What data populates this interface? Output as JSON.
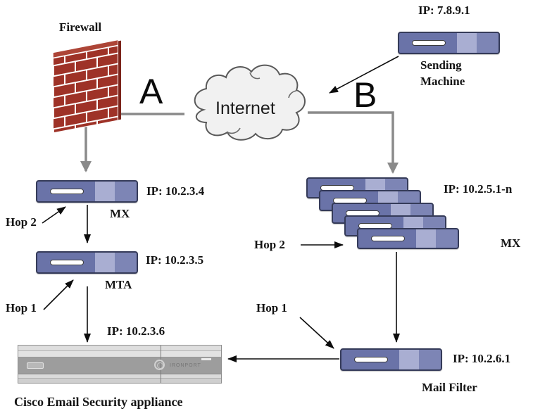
{
  "nodes": {
    "firewall": {
      "label": "Firewall"
    },
    "internet": {
      "label": "Internet"
    },
    "routes": {
      "a": "A",
      "b": "B"
    },
    "sending_machine": {
      "ip": "IP: 7.8.9.1",
      "name_line1": "Sending",
      "name_line2": "Machine"
    },
    "mx_left": {
      "ip": "IP: 10.2.3.4",
      "name": "MX",
      "hop_label": "Hop 2"
    },
    "mta": {
      "ip": "IP: 10.2.3.5",
      "name": "MTA",
      "hop_label": "Hop 1"
    },
    "esa": {
      "ip": "IP: 10.2.3.6",
      "name": "Cisco Email Security appliance",
      "logo_text": "IRONPORT"
    },
    "mx_right": {
      "ip": "IP: 10.2.5.1-n",
      "name": "MX",
      "hop_label": "Hop 2",
      "stack_count": 5
    },
    "mail_filter": {
      "ip": "IP: 10.2.6.1",
      "name": "Mail Filter",
      "hop_label": "Hop 1"
    }
  },
  "colors": {
    "server_body": "#6a73a8",
    "server_stripe": "#a9aed2",
    "server_right": "#7d85b5",
    "server_border": "#353b59",
    "brick_red": "#9e3227",
    "brick_top": "#ad4537",
    "connector_gray": "#8a8a8a",
    "arrow_black": "#0d0d0d",
    "cloud_fill": "#f1f1f1",
    "cloud_stroke": "#595959",
    "appliance_body": "#d6d6d6",
    "appliance_band": "#9d9d9d"
  }
}
